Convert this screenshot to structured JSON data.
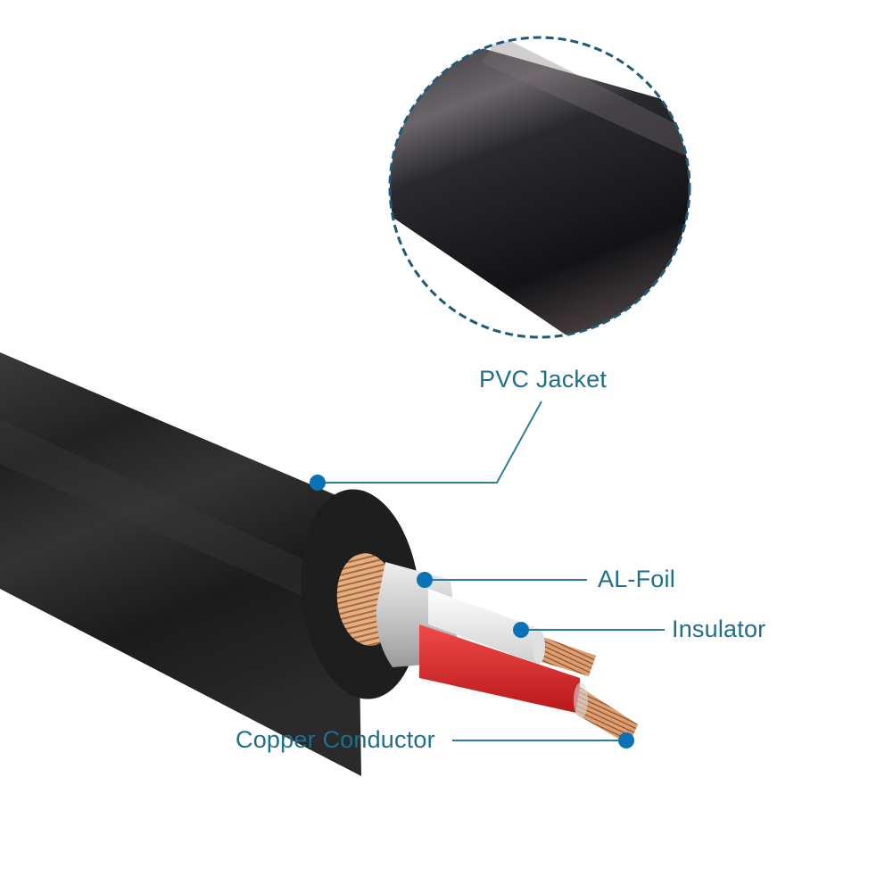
{
  "diagram": {
    "title": "XLR cable cross-section",
    "colors": {
      "label_text": "#1f6e8c",
      "leader_line": "#2c7e9c",
      "marker_dot": "#0b72b5",
      "callout_dash": "#1d5a78",
      "jacket": "#232323",
      "copper": "#d9a070",
      "foil": "#d6d6d6",
      "insulator_white": "#eeeeee",
      "insulator_red": "#e02a2a"
    },
    "callout": {
      "shape": "dashed-circle",
      "content": "PVC jacket close-up"
    },
    "labels": {
      "pvc_jacket": "PVC Jacket",
      "al_foil": "AL-Foil",
      "insulator": "Insulator",
      "copper_conductor": "Copper Conductor"
    }
  }
}
